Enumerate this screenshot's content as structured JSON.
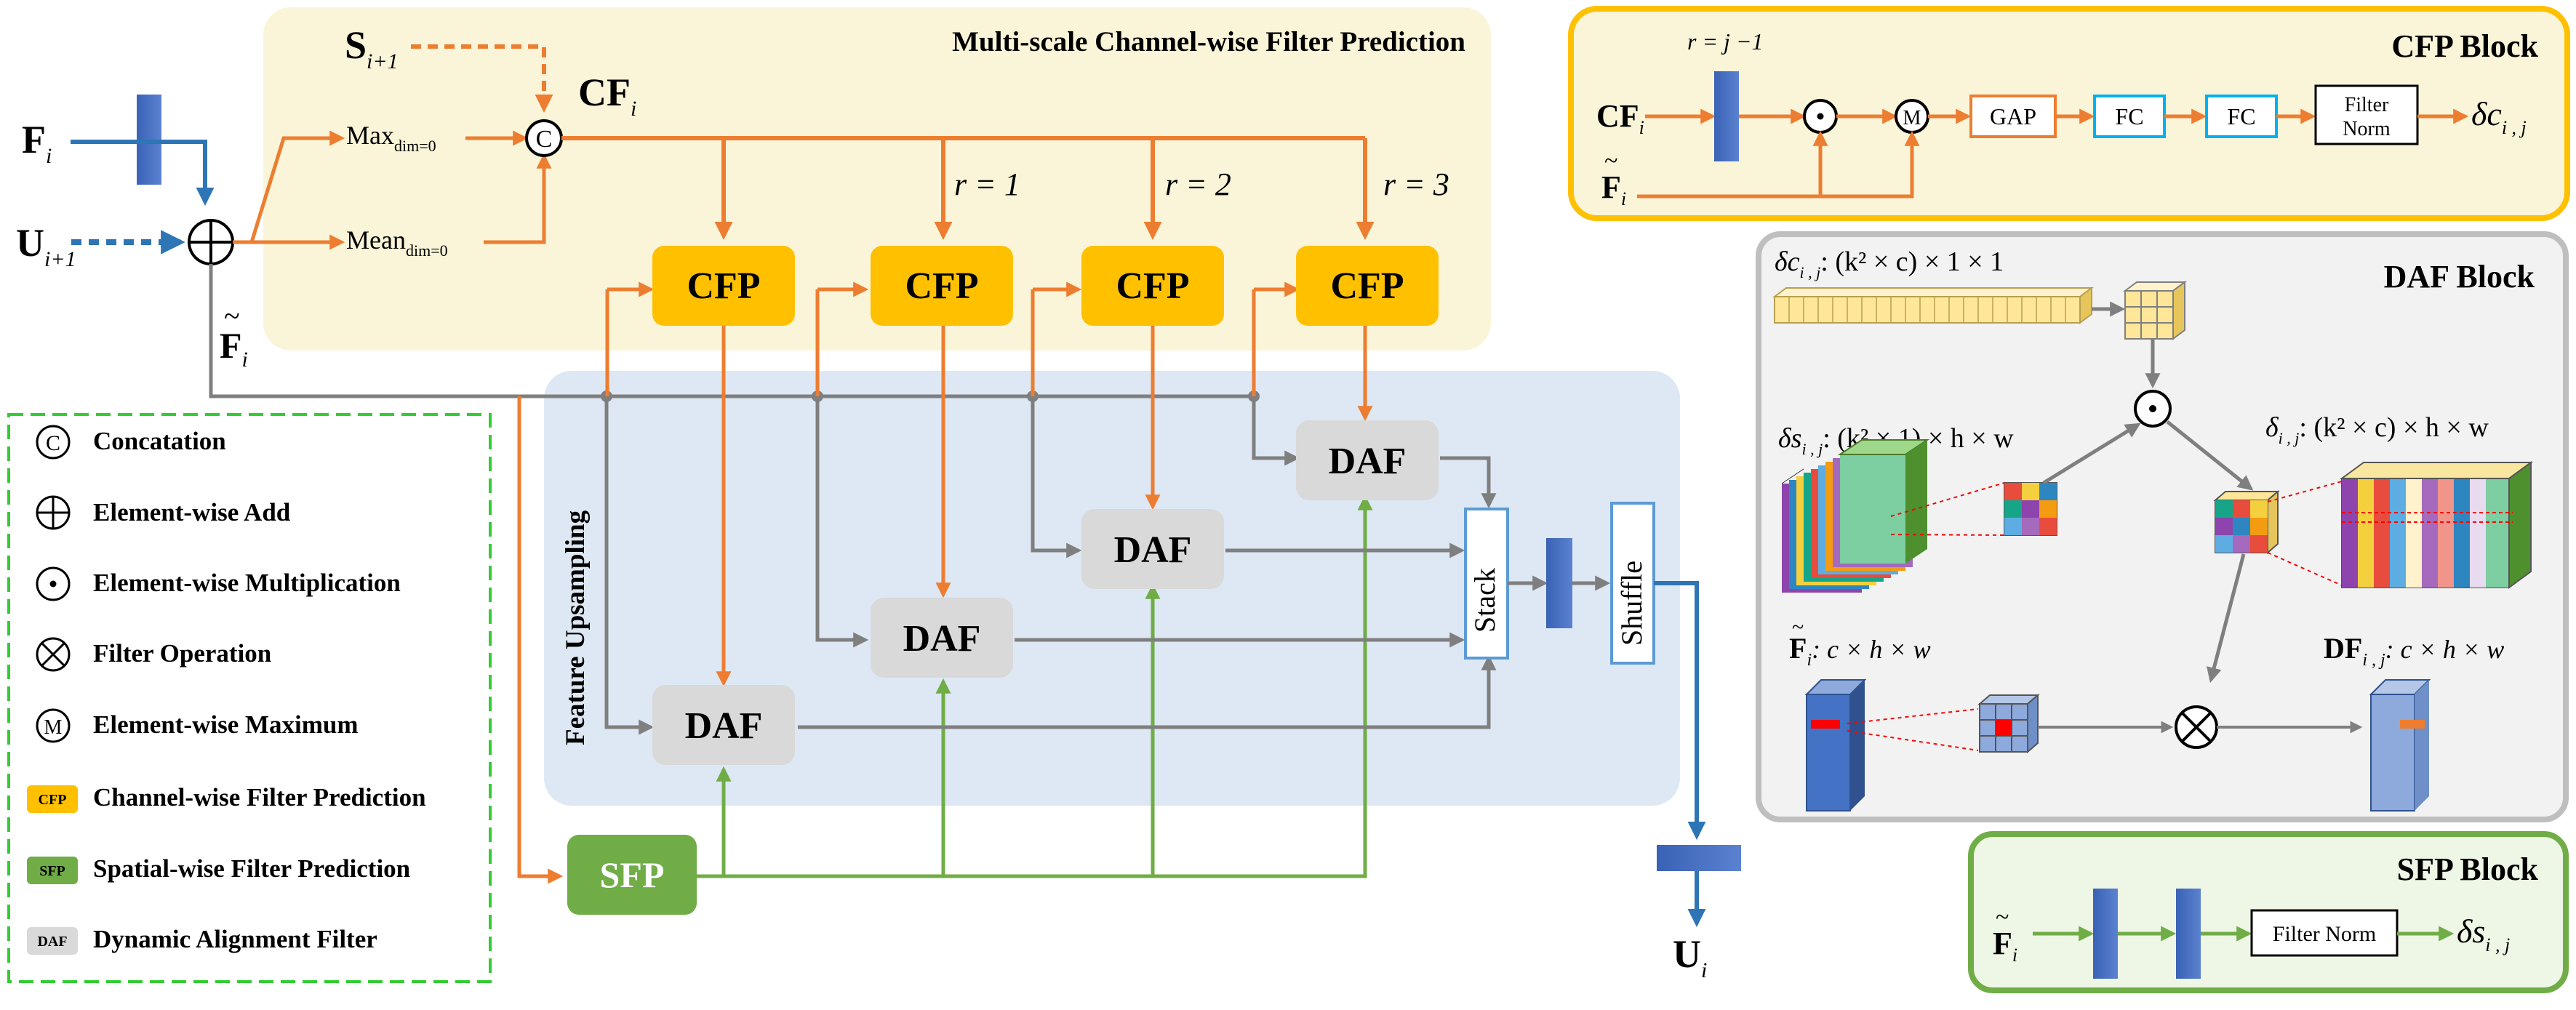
{
  "title_main": "Multi-scale Channel-wise Filter Prediction",
  "feature_upsampling": "Feature Upsampling",
  "inputs": {
    "F_i": {
      "base": "F",
      "sub": "i"
    },
    "U_i1": {
      "base": "U",
      "sub": "i+1"
    },
    "S_i1": {
      "base": "S",
      "sub": "i+1"
    },
    "CF_i": {
      "base": "CF",
      "sub": "i"
    },
    "F_tilde": {
      "tilde": "~",
      "base": "F",
      "sub": "i"
    }
  },
  "max_op": {
    "base": "Max",
    "sub": "dim=0"
  },
  "mean_op": {
    "base": "Mean",
    "sub": "dim=0"
  },
  "concat_symbol": "C",
  "r_labels": [
    "r = 1",
    "r = 2",
    "r = 3"
  ],
  "cfp_label": "CFP",
  "daf_label": "DAF",
  "sfp_label": "SFP",
  "stack_label": "Stack",
  "shuffle_label": "Shuffle",
  "output_U": {
    "base": "U",
    "sub": "i"
  },
  "legend": [
    {
      "icon": "concat",
      "text": "Concatation"
    },
    {
      "icon": "add",
      "text": "Element-wise Add"
    },
    {
      "icon": "mul",
      "text": "Element-wise Multiplication"
    },
    {
      "icon": "filter",
      "text": "Filter Operation"
    },
    {
      "icon": "max",
      "text": "Element-wise Maximum"
    },
    {
      "icon": "cfp",
      "tag": "CFP",
      "text": "Channel-wise Filter Prediction"
    },
    {
      "icon": "sfp",
      "tag": "SFP",
      "text": "Spatial-wise Filter Prediction"
    },
    {
      "icon": "daf",
      "tag": "DAF",
      "text": "Dynamic Alignment Filter"
    }
  ],
  "cfp_block": {
    "title": "CFP Block",
    "r_label": "r = j −1",
    "gap": "GAP",
    "fc": "FC",
    "filter_norm": [
      "Filter",
      "Norm"
    ],
    "max_symbol": "M",
    "output": {
      "base": "δc",
      "sub": "i , j"
    }
  },
  "daf_block": {
    "title": "DAF Block",
    "dc_label": "δc",
    "dc_sub": "i , j",
    "dc_dims": ": (k² × c) × 1 × 1",
    "ds_label": "δs",
    "ds_sub": "i , j",
    "ds_dims": ": (k² × 1) × h × w",
    "d_label": "δ",
    "d_sub": "i , j",
    "d_dims": ": (k² × c) × h × w",
    "ft_base": "F",
    "ft_sub": "i",
    "ft_dims": ": c × h × w",
    "df_base": "DF",
    "df_sub": "i , j",
    "df_dims": ": c × h × w"
  },
  "sfp_block": {
    "title": "SFP Block",
    "filter_norm": "Filter Norm",
    "output": {
      "base": "δs",
      "sub": "i , j"
    }
  },
  "colors": {
    "orange": "#ED7D31",
    "cfp_fill": "#FFC000",
    "green": "#70AD47",
    "blue": "#4472C4",
    "gray": "#7F7F7F",
    "daf_fill": "#D9D9D9",
    "yellow_bg": "#FAF5D8",
    "blue_bg": "#DDE8F4",
    "fc_border": "#00B0F0"
  }
}
